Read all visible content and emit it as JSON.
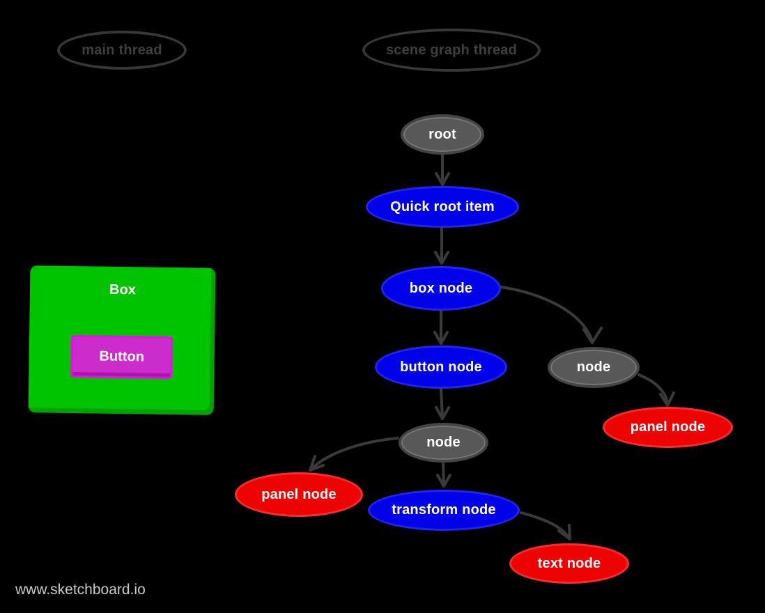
{
  "app": {
    "watermark": "www.sketchboard.io"
  },
  "threads": {
    "main": {
      "label": "main thread"
    },
    "scene": {
      "label": "scene graph thread"
    }
  },
  "ui_preview": {
    "box": {
      "label": "Box"
    },
    "button": {
      "label": "Button"
    }
  },
  "nodes": {
    "root": {
      "label": "root",
      "color": "gray"
    },
    "quick_root_item": {
      "label": "Quick root item",
      "color": "blue"
    },
    "box_node": {
      "label": "box node",
      "color": "blue"
    },
    "button_node": {
      "label": "button node",
      "color": "blue"
    },
    "node_mid": {
      "label": "node",
      "color": "gray"
    },
    "panel_node_left": {
      "label": "panel node",
      "color": "red"
    },
    "transform_node": {
      "label": "transform node",
      "color": "blue"
    },
    "text_node": {
      "label": "text node",
      "color": "red"
    },
    "node_right": {
      "label": "node",
      "color": "gray"
    },
    "panel_node_right": {
      "label": "panel node",
      "color": "red"
    }
  },
  "edges": [
    {
      "from": "root",
      "to": "quick_root_item"
    },
    {
      "from": "quick_root_item",
      "to": "box_node"
    },
    {
      "from": "box_node",
      "to": "button_node"
    },
    {
      "from": "box_node",
      "to": "node_right"
    },
    {
      "from": "button_node",
      "to": "node_mid"
    },
    {
      "from": "node_mid",
      "to": "panel_node_left"
    },
    {
      "from": "node_mid",
      "to": "transform_node"
    },
    {
      "from": "transform_node",
      "to": "text_node"
    },
    {
      "from": "node_right",
      "to": "panel_node_right"
    }
  ],
  "colors": {
    "background": "#000000",
    "node_blue": "#0101ea",
    "node_red": "#ee0303",
    "node_gray": "#585858",
    "box_green": "#00c400",
    "button_magenta": "#cb2ccb",
    "edge_stroke": "#3a3a3a",
    "thread_outline": "#373737",
    "thread_text": "#3f3f3f",
    "watermark_text": "#c9c9c9",
    "node_text": "#ffffff"
  }
}
